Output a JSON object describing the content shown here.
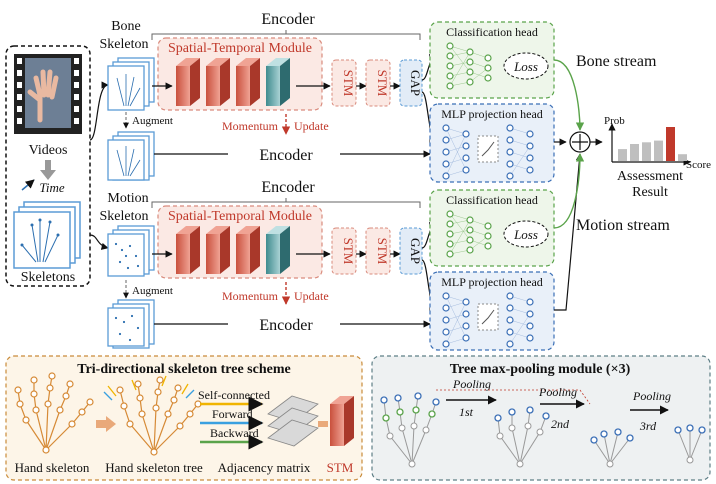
{
  "input": {
    "videos_label": "Videos",
    "time_label": "Time",
    "skeletons_label": "Skeletons"
  },
  "bone": {
    "skeleton_label_1": "Bone",
    "skeleton_label_2": "Skeleton",
    "encoder_label": "Encoder",
    "stm_module_label": "Spatial-Temporal Module",
    "stm1": "STM",
    "stm2": "STM",
    "gap": "GAP",
    "augment": "Augment",
    "momentum": "Momentum",
    "update": "Update",
    "encoder2_label": "Encoder",
    "classification_head": "Classification head",
    "loss": "Loss",
    "mlp_head": "MLP projection head",
    "stream_label": "Bone stream"
  },
  "motion": {
    "skeleton_label_1": "Motion",
    "skeleton_label_2": "Skeleton",
    "encoder_label": "Encoder",
    "stm_module_label": "Spatial-Temporal Module",
    "stm1": "STM",
    "stm2": "STM",
    "gap": "GAP",
    "augment": "Augment",
    "momentum": "Momentum",
    "update": "Update",
    "encoder2_label": "Encoder",
    "classification_head": "Classification head",
    "loss": "Loss",
    "mlp_head": "MLP projection head",
    "stream_label": "Motion stream"
  },
  "result": {
    "prob": "Prob",
    "score": "Score",
    "label_1": "Assessment",
    "label_2": "Result",
    "bars": [
      0.35,
      0.5,
      0.55,
      0.6,
      1.0,
      0.2
    ]
  },
  "tree_scheme": {
    "title": "Tri-directional skeleton tree scheme",
    "hand_skeleton": "Hand skeleton",
    "hand_skeleton_tree": "Hand skeleton tree",
    "self_connected": "Self-connected",
    "forward": "Forward",
    "backward": "Backward",
    "adjacency": "Adjacency matrix",
    "stm": "STM"
  },
  "pooling": {
    "title": "Tree max-pooling module (×3)",
    "pooling_1": "Pooling",
    "pooling_2": "Pooling",
    "pooling_3": "Pooling",
    "step_1": "1st",
    "step_2": "2nd",
    "step_3": "3rd"
  },
  "colors": {
    "red_accent": "#c0392b",
    "green_head": "#5aa34a",
    "blue_head": "#3b6fb6",
    "stm_fill": "#e3826f"
  }
}
